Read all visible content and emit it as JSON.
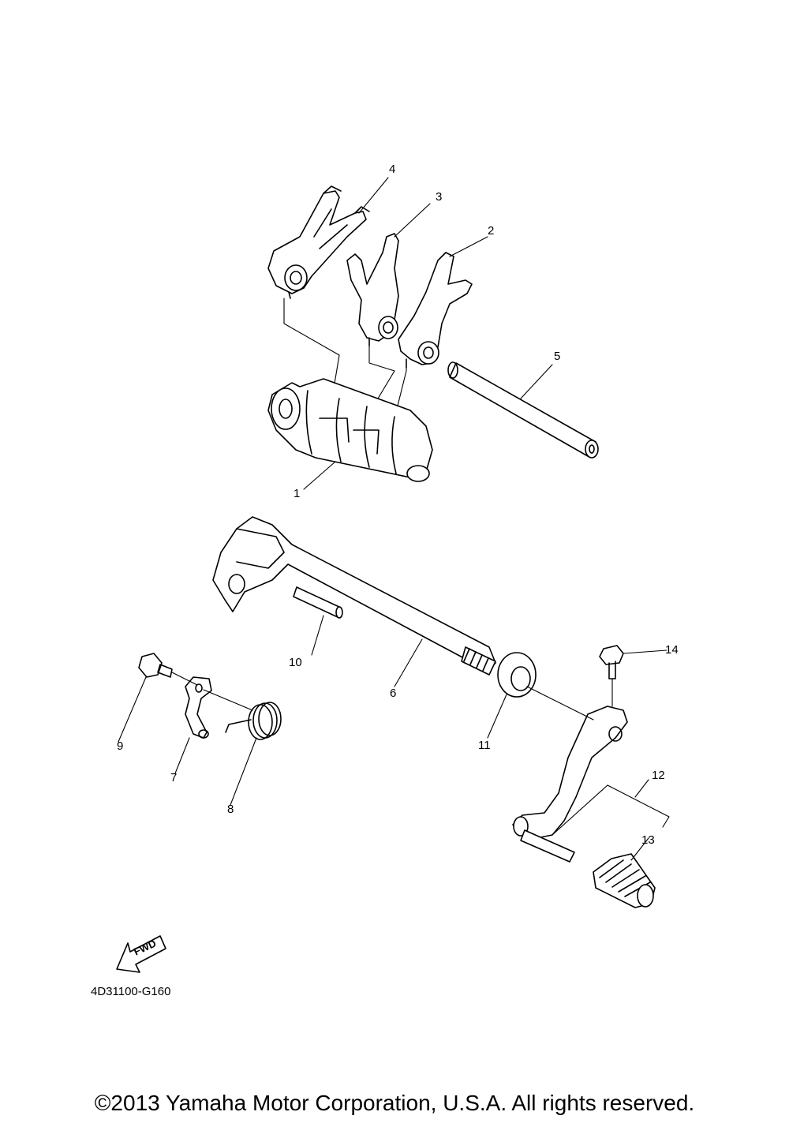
{
  "diagram": {
    "callouts": [
      {
        "id": "1",
        "label": "1"
      },
      {
        "id": "2",
        "label": "2"
      },
      {
        "id": "3",
        "label": "3"
      },
      {
        "id": "4",
        "label": "4"
      },
      {
        "id": "5",
        "label": "5"
      },
      {
        "id": "6",
        "label": "6"
      },
      {
        "id": "7",
        "label": "7"
      },
      {
        "id": "8",
        "label": "8"
      },
      {
        "id": "9",
        "label": "9"
      },
      {
        "id": "10",
        "label": "10"
      },
      {
        "id": "11",
        "label": "11"
      },
      {
        "id": "12",
        "label": "12"
      },
      {
        "id": "13",
        "label": "13"
      },
      {
        "id": "14",
        "label": "14"
      }
    ],
    "fwd_label": "FWD",
    "code": "4D31100-G160"
  },
  "footer": {
    "copyright": "©2013 Yamaha Motor Corporation, U.S.A. All rights reserved."
  }
}
